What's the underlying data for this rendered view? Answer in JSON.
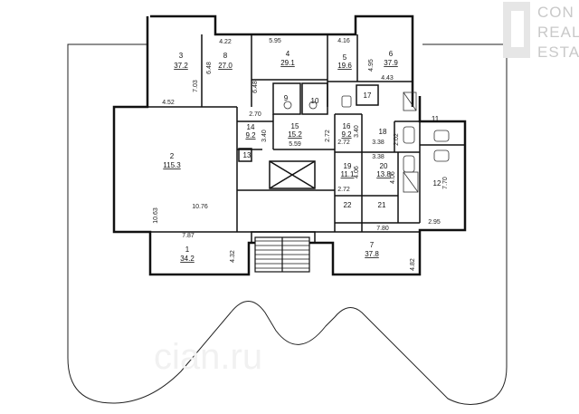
{
  "watermark": {
    "lines": [
      "CON",
      "REAL",
      "ESTA"
    ],
    "bottom_text": "cian.ru"
  },
  "rooms": [
    {
      "num": "1",
      "area": "34.2"
    },
    {
      "num": "2",
      "area": "115.3"
    },
    {
      "num": "3",
      "area": "37.2"
    },
    {
      "num": "4",
      "area": "29.1"
    },
    {
      "num": "5",
      "area": "19.6"
    },
    {
      "num": "6",
      "area": "37.9"
    },
    {
      "num": "7",
      "area": "37.8"
    },
    {
      "num": "8",
      "area": "27.0"
    },
    {
      "num": "9"
    },
    {
      "num": "10"
    },
    {
      "num": "11"
    },
    {
      "num": "12"
    },
    {
      "num": "13"
    },
    {
      "num": "14",
      "area": "9.2"
    },
    {
      "num": "15",
      "area": "15.2"
    },
    {
      "num": "16",
      "area": "9.2"
    },
    {
      "num": "17"
    },
    {
      "num": "18"
    },
    {
      "num": "19",
      "area": "11.1"
    },
    {
      "num": "20",
      "area": "13.8"
    },
    {
      "num": "21"
    },
    {
      "num": "22"
    }
  ],
  "dimensions": [
    "4.22",
    "5.95",
    "4.16",
    "7.03",
    "6.48",
    "4.95",
    "4.43",
    "6.48",
    "4.52",
    "2.70",
    "3.40",
    "2.72",
    "2.72",
    "3.40",
    "5.59",
    "2.02",
    "3.38",
    "3.38",
    "4.06",
    "4.06",
    "2.72",
    "7.70",
    "2.95",
    "10.63",
    "10.76",
    "7.87",
    "4.32",
    "7.80",
    "4.82"
  ],
  "colors": {
    "line": "#1a1a1a",
    "wall": "#111111",
    "background": "#ffffff"
  }
}
